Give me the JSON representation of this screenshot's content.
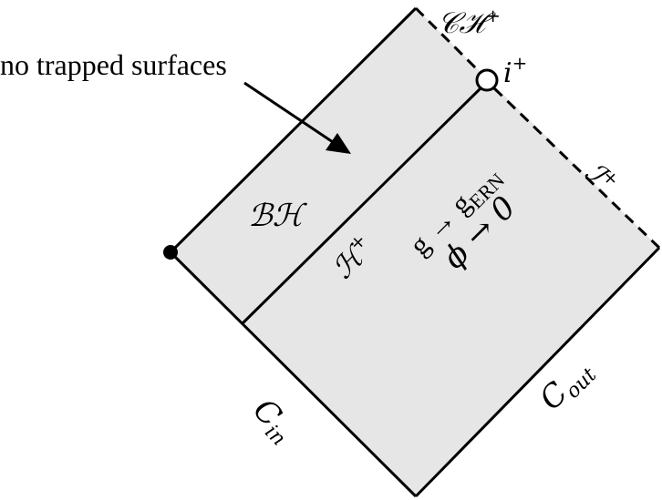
{
  "annotation": "no trapped surfaces",
  "labels": {
    "black_hole": "ℬℋ",
    "event_horizon_main": "ℋ",
    "event_horizon_sup": "+",
    "cauchy_horizon_main": "𝒞ℋ",
    "cauchy_horizon_sup": "+",
    "timelike_infinity_main": "i",
    "timelike_infinity_sup": "+",
    "null_infinity_main": "ℐ",
    "null_infinity_sup": "+",
    "c_in_main": "C",
    "c_in_sub": "in",
    "c_out_main": "C",
    "c_out_sub": "out",
    "metric_limit_main": "g → g",
    "metric_limit_sub": "ERN",
    "field_limit": "ϕ → 0"
  },
  "colors": {
    "region_fill": "#e6e6e6",
    "stroke": "#000000"
  }
}
